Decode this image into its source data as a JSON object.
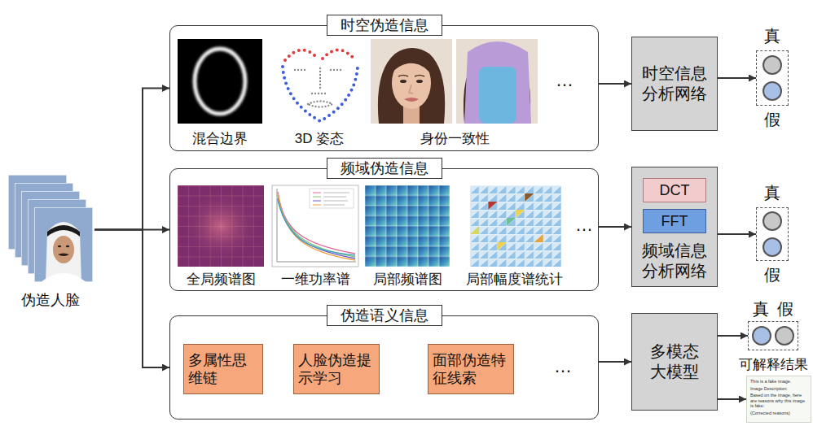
{
  "diagram": {
    "nodes": [
      {
        "text": [
          "伪造人脸"
        ]
      },
      {
        "text": [
          "时空伪造信息"
        ]
      },
      {
        "text": [
          "混合边界"
        ],
        "in": 1
      },
      {
        "text": [
          "3D 姿态"
        ],
        "in": 1
      },
      {
        "text": [
          "身份一致性"
        ],
        "in": 1
      },
      {
        "text": [
          "时空信息 分析网络"
        ]
      },
      {
        "text": [
          "频域伪造信息"
        ]
      },
      {
        "text": [
          "全局频谱图"
        ],
        "in": 6
      },
      {
        "text": [
          "一维功率谱"
        ],
        "in": 6
      },
      {
        "text": [
          "局部频谱图"
        ],
        "in": 6
      },
      {
        "text": [
          "局部幅度谱统计"
        ],
        "in": 6
      },
      {
        "text": [
          "频域信息 分析网络"
        ]
      },
      {
        "text": [
          "DCT"
        ],
        "in": 11
      },
      {
        "text": [
          "FFT"
        ],
        "in": 11
      },
      {
        "text": [
          "伪造语义信息"
        ]
      },
      {
        "text": [
          "多属性思 维链"
        ],
        "in": 14
      },
      {
        "text": [
          "人脸伪造提 示学习"
        ],
        "in": 14
      },
      {
        "text": [
          "面部伪造特 征线索"
        ],
        "in": 14
      },
      {
        "text": [
          "多模态 大模型"
        ]
      },
      {
        "text": [
          "真",
          "假"
        ]
      },
      {
        "text": [
          "真",
          "假"
        ]
      },
      {
        "text": [
          "真",
          "假",
          "可解释结果"
        ]
      },
      {
        "text": [
          "This is a fake image.",
          "Image Description:",
          "Based on the image, here are reasons why this image is fake:",
          "(Corrected reasons)"
        ]
      }
    ],
    "edges": [
      {
        "from": 0,
        "to": 1,
        "arrow": "to"
      },
      {
        "from": 0,
        "to": 6,
        "arrow": "to"
      },
      {
        "from": 0,
        "to": 14,
        "arrow": "to"
      },
      {
        "from": 1,
        "to": 5,
        "arrow": "to"
      },
      {
        "from": 6,
        "to": 11,
        "arrow": "to"
      },
      {
        "from": 14,
        "to": 18,
        "arrow": "to"
      },
      {
        "from": 5,
        "to": 19,
        "arrow": "to"
      },
      {
        "from": 11,
        "to": 20,
        "arrow": "to"
      },
      {
        "from": 18,
        "to": 21,
        "arrow": "to"
      },
      {
        "from": 18,
        "to": 22,
        "arrow": "to"
      }
    ],
    "labels": [
      "…",
      "…",
      "…"
    ]
  }
}
